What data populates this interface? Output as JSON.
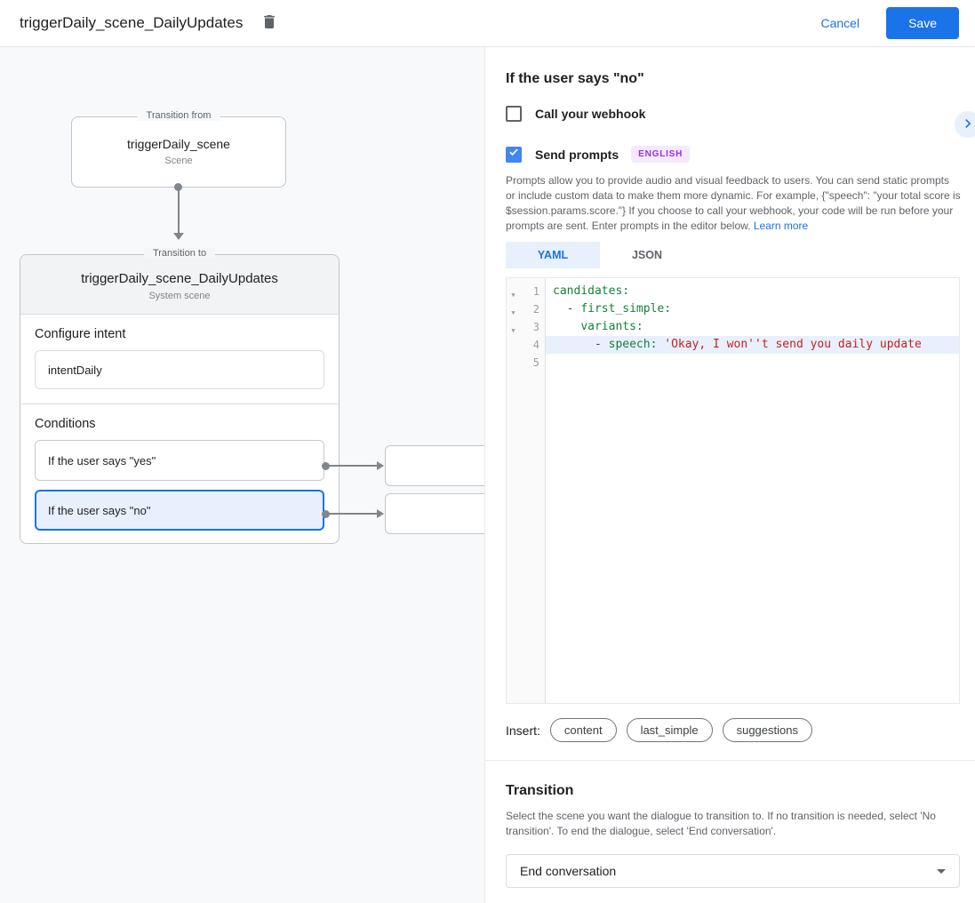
{
  "header": {
    "title": "triggerDaily_scene_DailyUpdates",
    "cancel_label": "Cancel",
    "save_label": "Save"
  },
  "canvas": {
    "transition_from": {
      "legend": "Transition from",
      "title": "triggerDaily_scene",
      "subtitle": "Scene"
    },
    "transition_to": {
      "legend": "Transition to",
      "title": "triggerDaily_scene_DailyUpdates",
      "subtitle": "System scene",
      "configure_intent_label": "Configure intent",
      "intent_value": "intentDaily",
      "conditions_label": "Conditions",
      "conditions": [
        {
          "label": "If the user says \"yes\""
        },
        {
          "label": "If the user says \"no\""
        }
      ]
    }
  },
  "panel": {
    "heading": "If the user says \"no\"",
    "webhook_label": "Call your webhook",
    "send_prompts_label": "Send prompts",
    "language_badge": "ENGLISH",
    "description": "Prompts allow you to provide audio and visual feedback to users. You can send static prompts or include custom data to make them more dynamic. For example, {\"speech\": \"your total score is $session.params.score.\"} If you choose to call your webhook, your code will be run before your prompts are sent. Enter prompts in the editor below.",
    "learn_more_label": "Learn more",
    "tabs": [
      {
        "label": "YAML"
      },
      {
        "label": "JSON"
      }
    ],
    "editor": {
      "lines": [
        {
          "num": "1",
          "tokens": {
            "key": "candidates:"
          }
        },
        {
          "num": "2",
          "tokens": {
            "plain": "  - ",
            "key": "first_simple:"
          }
        },
        {
          "num": "3",
          "tokens": {
            "plain": "    ",
            "key": "variants:"
          }
        },
        {
          "num": "4",
          "tokens": {
            "plain": "      - ",
            "key": "speech: ",
            "str": "'Okay, I won''t send you daily update"
          }
        },
        {
          "num": "5",
          "tokens": {}
        }
      ]
    },
    "insert_label": "Insert:",
    "insert_chips": [
      "content",
      "last_simple",
      "suggestions"
    ],
    "transition": {
      "heading": "Transition",
      "description": "Select the scene you want the dialogue to transition to. If no transition is needed, select 'No transition'. To end the dialogue, select 'End conversation'.",
      "selected_value": "End conversation"
    }
  },
  "colors": {
    "accent_blue": "#1a73e8",
    "checkbox_blue": "#4285f4",
    "selected_condition_bg": "#e8f0fe",
    "code_key_green": "#188038",
    "code_string_red": "#c5221f",
    "badge_purple": "#9334e6"
  }
}
